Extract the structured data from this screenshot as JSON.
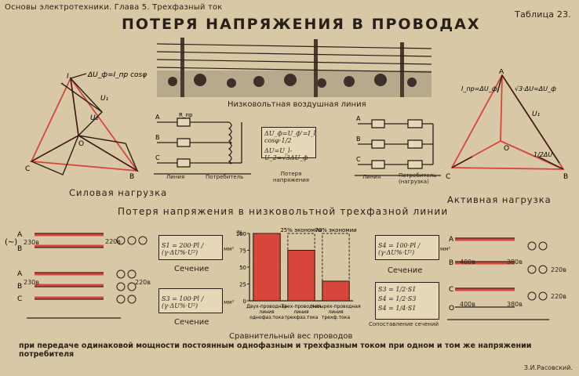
{
  "header": {
    "book": "Основы электротехники. Глава 5. Трехфазный ток",
    "table_no": "Таблица 23.",
    "title": "ПОТЕРЯ НАПРЯЖЕНИЯ В ПРОВОДАХ"
  },
  "top": {
    "line_caption": "Низковольтная воздушная линия",
    "loss_caption": "Потеря напряжения",
    "formula1": "ΔU_ф=U_ф'=I_l cosφ·1/2",
    "formula2": "ΔU=U_l-U_2=√3ΔU_ф",
    "line_label": "Линия",
    "consumer_label": "Потребитель",
    "consumer_label2": "Потребитель (нагрузка)",
    "power_load": "Силовая нагрузка",
    "active_load": "Активная нагрузка",
    "subtitle": "Потеря напряжения в низковольтной трехфазной линии"
  },
  "bottom": {
    "v230": "230в",
    "v220": "220в",
    "v400": "400в",
    "v380": "380в",
    "section_label": "Сечение",
    "section_compare": "Сопоставление сечений",
    "s1": "S1 = 200·Pl / (γ·ΔU%·U²)",
    "s3": "S3 = 100·Pl / (γ·ΔU%·U²)",
    "s4": "S4 = 100·Pl / (γ·ΔU%·U²)",
    "mm2": "мм²",
    "compare1": "S3 = 1/2·S1",
    "compare2": "S4 = 1/2·S3",
    "compare3": "S4 = 1/4·S1",
    "chart_caption": "Сравнительный вес проводов",
    "footnote": "при передаче одинаковой мощности постоянным однофазным и трехфазным током при одном и том же напряжении потребителя",
    "author": "З.И.Расовский."
  },
  "chart_data": {
    "type": "bar",
    "title": "Сравнительный вес проводов",
    "ylabel": "%",
    "ylim": [
      0,
      100
    ],
    "yticks": [
      0,
      25,
      50,
      75,
      100
    ],
    "categories": [
      "Двух-проводная линия однофаз.тока",
      "Трех-проводная линия трехфаз.тока",
      "Четырех-проводная линия трехф.тока"
    ],
    "values": [
      100,
      75,
      29.2
    ],
    "labels_above": [
      "",
      "25% экономии",
      "70% экономии"
    ]
  },
  "colors": {
    "accent_red": "#d8453a",
    "ink": "#2a1f18",
    "paper": "#d8c8a6"
  }
}
